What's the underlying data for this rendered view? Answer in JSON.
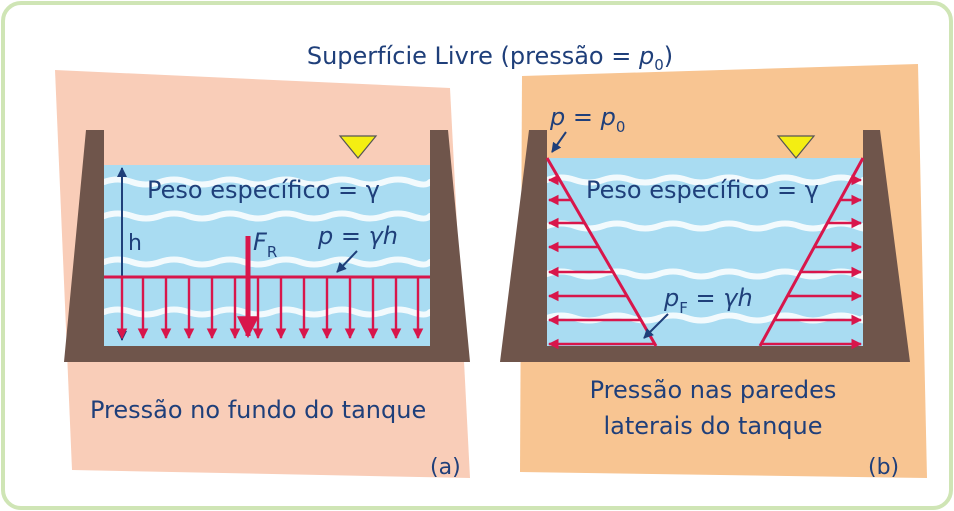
{
  "title": {
    "prefix": "Superfície Livre (pressão = ",
    "var": "p",
    "sub": "0",
    "suffix": ")"
  },
  "panel_a": {
    "specific_weight": "Peso específico = γ",
    "h_label": "h",
    "force_label": "F",
    "force_sub": "R",
    "pressure_label": "p = γh",
    "caption": "Pressão no fundo do tanque",
    "tag": "(a)"
  },
  "panel_b": {
    "surface_pressure": "p = p",
    "surface_pressure_sub": "0",
    "specific_weight": "Peso específico = γ",
    "bottom_pressure_var": "p",
    "bottom_pressure_sub": "F",
    "bottom_pressure_rest": " = γh",
    "caption_line1": "Pressão nas paredes",
    "caption_line2": "laterais do tanque",
    "tag": "(b)"
  },
  "colors": {
    "frame_border": "#cfe5b5",
    "panel_a_bg": "#f9cdb8",
    "panel_b_bg": "#f8c592",
    "water": "#a9dcf2",
    "wave": "#ffffff",
    "wall": "#6f554b",
    "force": "#d8164b",
    "text": "#1f3f7a",
    "free_surface_marker": "#f4ee12"
  },
  "icons": {
    "free_surface_marker": "downward-triangle-icon"
  }
}
